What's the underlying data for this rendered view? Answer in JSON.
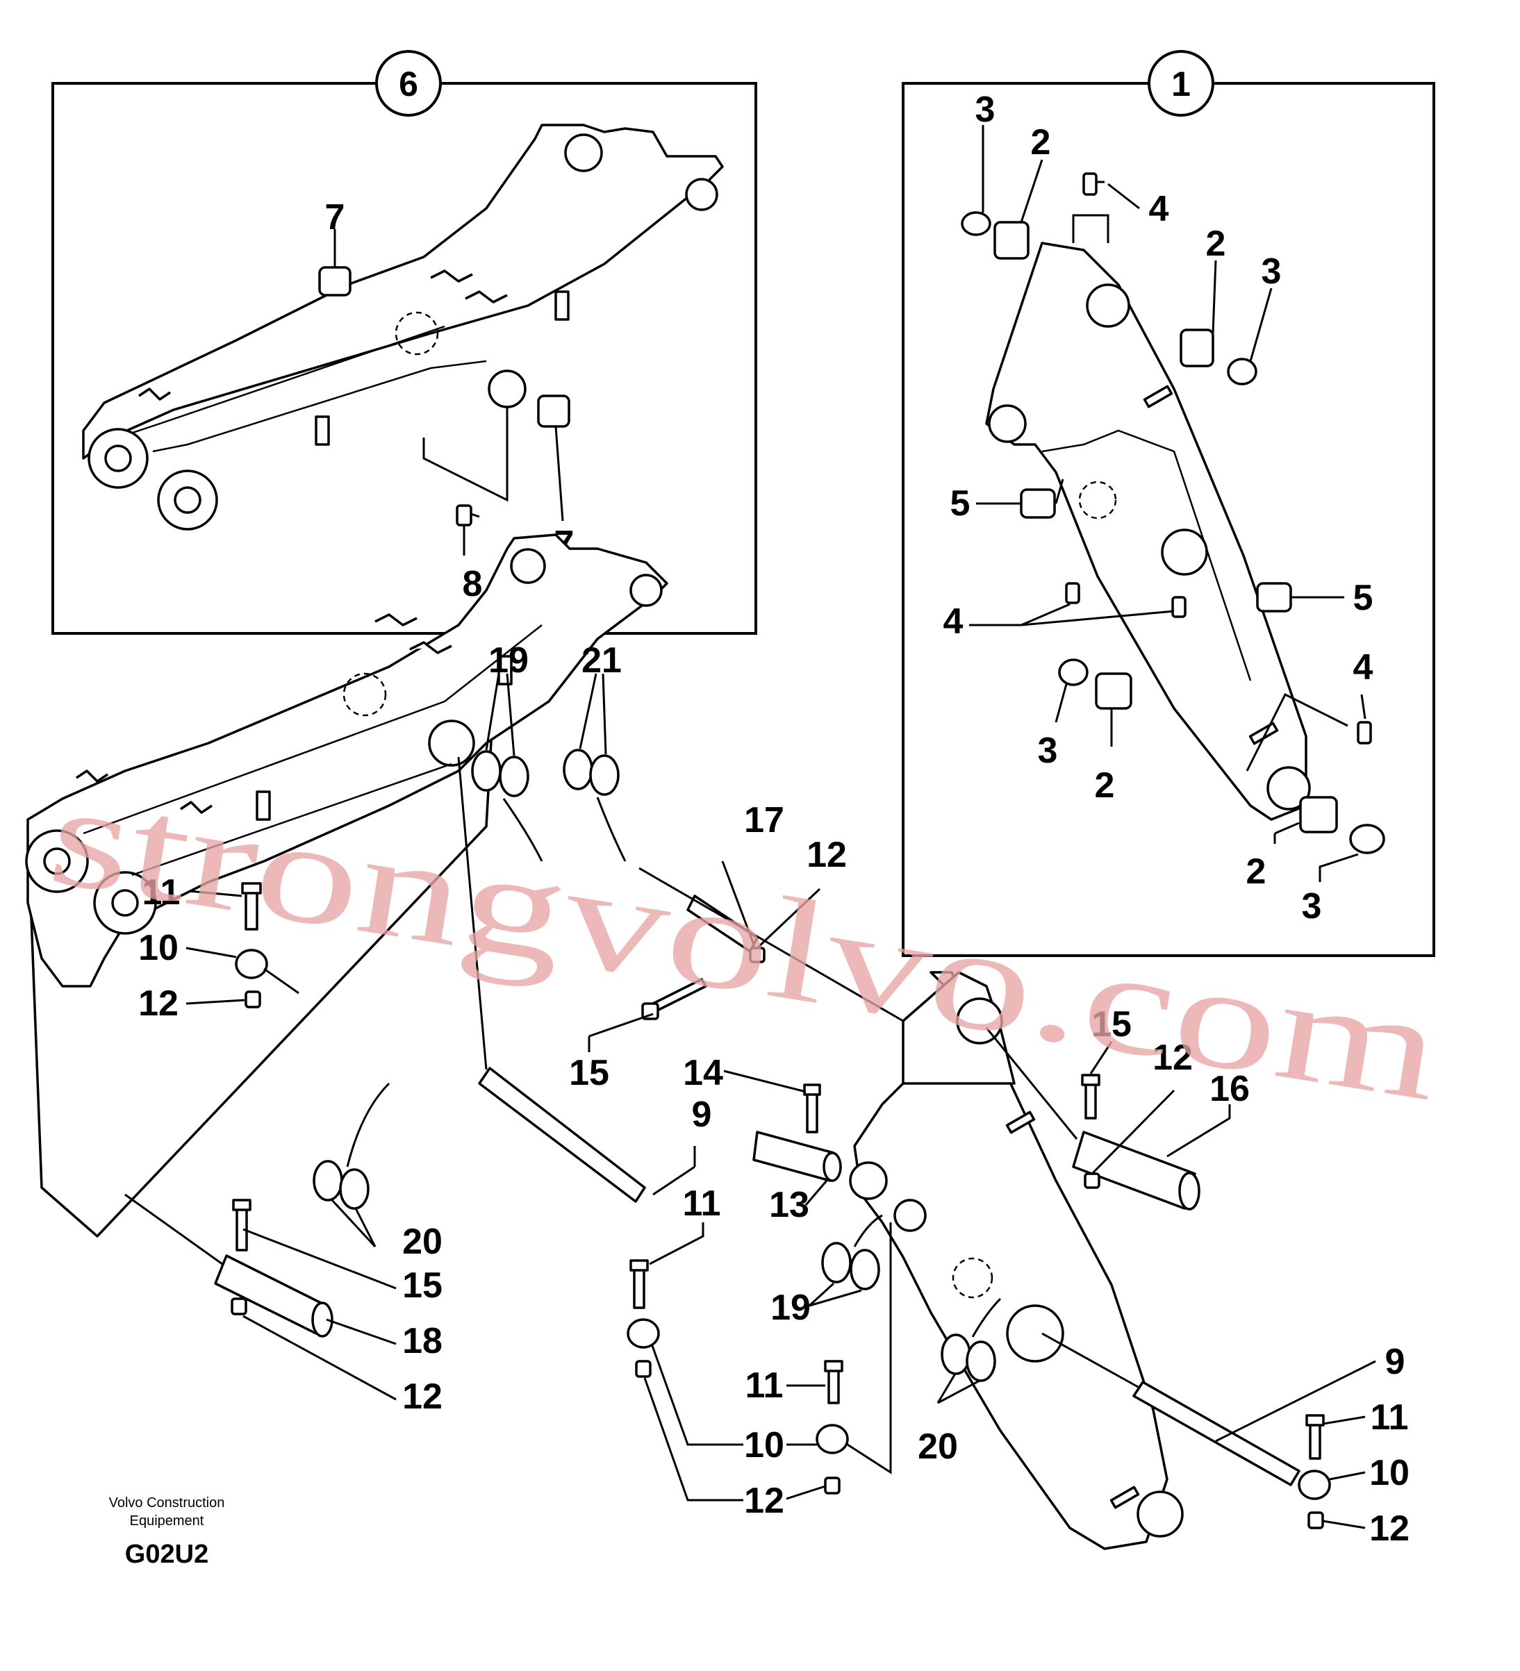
{
  "diagram": {
    "group_labels": {
      "left": "6",
      "right": "1"
    },
    "labels": {
      "l3a": "3",
      "l2a": "2",
      "l4a": "4",
      "l2b": "2",
      "l3b": "3",
      "l5a": "5",
      "l5b": "5",
      "l4b": "4",
      "l4c": "4",
      "l3c": "3",
      "l2c": "2",
      "l2d": "2",
      "l3d": "3",
      "l7a": "7",
      "l7b": "7",
      "l8": "8",
      "l19a": "19",
      "l21": "21",
      "l17": "17",
      "l12a": "12",
      "l11a": "11",
      "l10a": "10",
      "l12b": "12",
      "l15a": "15",
      "l14": "14",
      "l9a": "9",
      "l13": "13",
      "l11b": "11",
      "l15b": "15",
      "l12c": "12",
      "l16": "16",
      "l20a": "20",
      "l15c": "15",
      "l18": "18",
      "l12d": "12",
      "l19b": "19",
      "l20b": "20",
      "l11c": "11",
      "l10b": "10",
      "l12e": "12",
      "l9b": "9",
      "l11d": "11",
      "l10c": "10",
      "l12f": "12"
    },
    "watermark": "strongvolvo.com",
    "footer": {
      "maker_line1": "Volvo Construction",
      "maker_line2": "Equipement",
      "code": "G02U2"
    }
  }
}
